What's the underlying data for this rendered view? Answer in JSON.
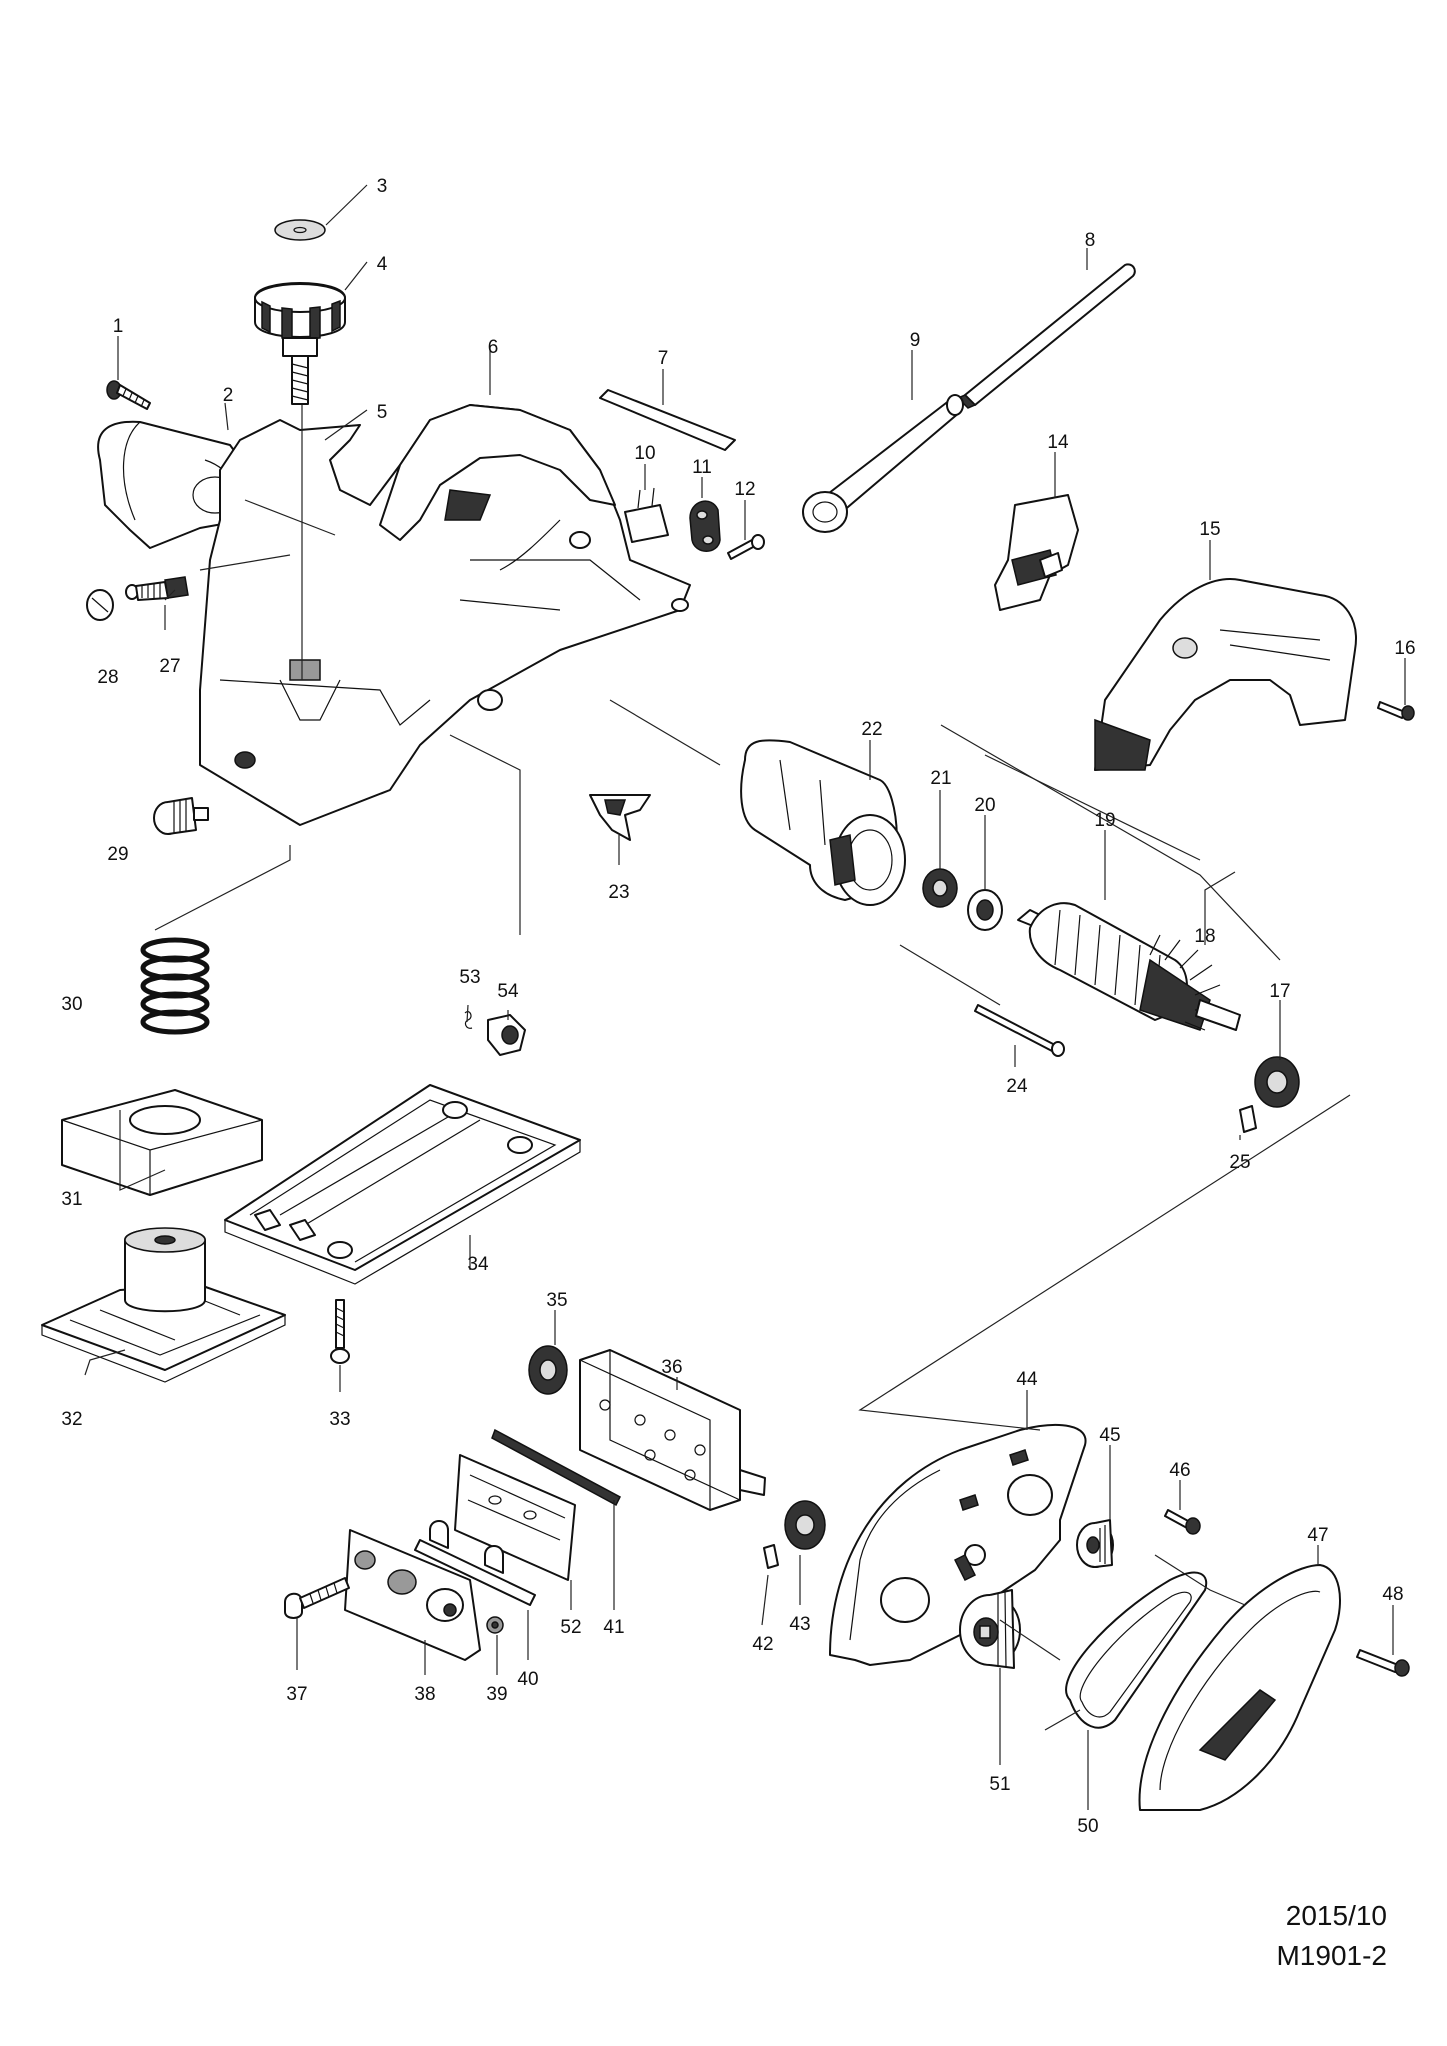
{
  "footer": {
    "date": "2015/10",
    "model_code": "M1901-2"
  },
  "parts": [
    {
      "no": "1"
    },
    {
      "no": "2"
    },
    {
      "no": "3"
    },
    {
      "no": "4"
    },
    {
      "no": "5"
    },
    {
      "no": "6"
    },
    {
      "no": "7"
    },
    {
      "no": "8"
    },
    {
      "no": "9"
    },
    {
      "no": "10"
    },
    {
      "no": "11"
    },
    {
      "no": "12"
    },
    {
      "no": "14"
    },
    {
      "no": "15"
    },
    {
      "no": "16"
    },
    {
      "no": "17"
    },
    {
      "no": "18"
    },
    {
      "no": "19"
    },
    {
      "no": "20"
    },
    {
      "no": "21"
    },
    {
      "no": "22"
    },
    {
      "no": "23"
    },
    {
      "no": "24"
    },
    {
      "no": "25"
    },
    {
      "no": "27"
    },
    {
      "no": "28"
    },
    {
      "no": "29"
    },
    {
      "no": "30"
    },
    {
      "no": "31"
    },
    {
      "no": "32"
    },
    {
      "no": "33"
    },
    {
      "no": "34"
    },
    {
      "no": "35"
    },
    {
      "no": "36"
    },
    {
      "no": "37"
    },
    {
      "no": "38"
    },
    {
      "no": "39"
    },
    {
      "no": "40"
    },
    {
      "no": "41"
    },
    {
      "no": "42"
    },
    {
      "no": "43"
    },
    {
      "no": "44"
    },
    {
      "no": "45"
    },
    {
      "no": "46"
    },
    {
      "no": "47"
    },
    {
      "no": "48"
    },
    {
      "no": "50"
    },
    {
      "no": "51"
    },
    {
      "no": "52"
    },
    {
      "no": "53"
    },
    {
      "no": "54"
    }
  ]
}
